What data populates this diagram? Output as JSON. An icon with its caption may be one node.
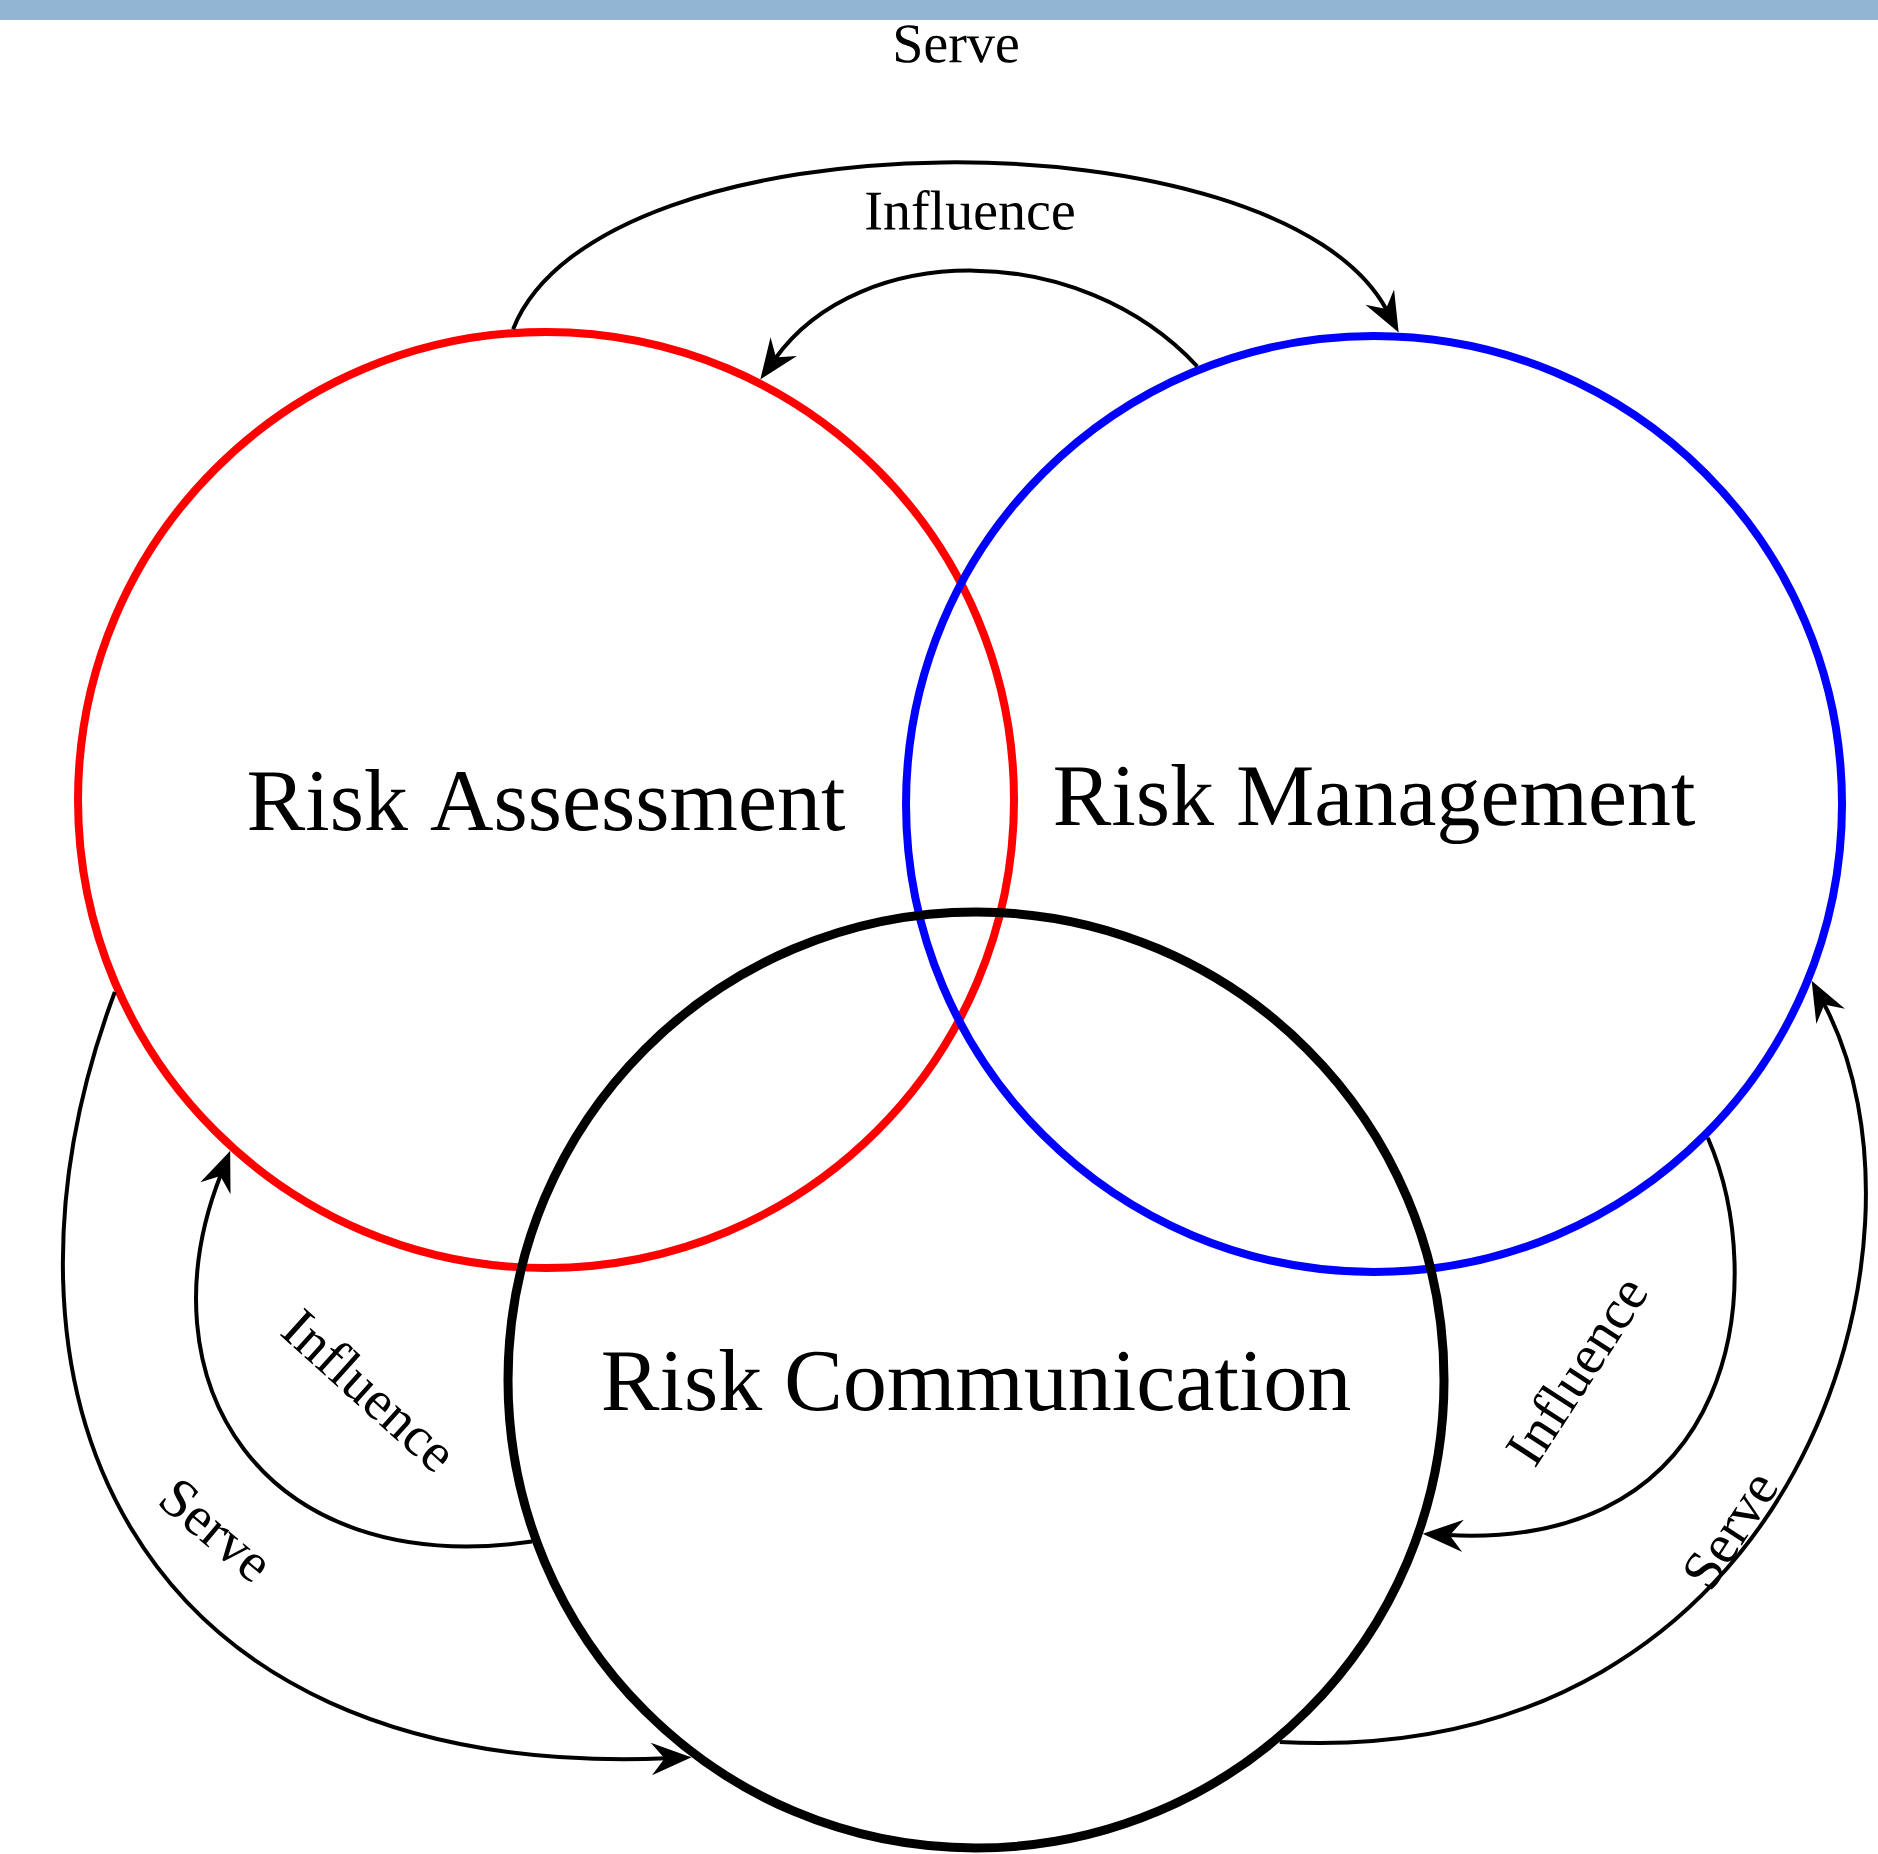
{
  "diagram": {
    "nodes": [
      {
        "text": [
          "Risk Assessment"
        ]
      },
      {
        "text": [
          "Risk Management"
        ]
      },
      {
        "text": [
          "Risk Communication"
        ]
      }
    ],
    "edges": [
      {
        "from": 0,
        "to": 1,
        "arrow": "to",
        "label": "Serve"
      },
      {
        "from": 1,
        "to": 0,
        "arrow": "to",
        "label": "Influence"
      },
      {
        "from": 0,
        "to": 2,
        "arrow": "to",
        "label": "Serve"
      },
      {
        "from": 2,
        "to": 0,
        "arrow": "to",
        "label": "Influence"
      },
      {
        "from": 1,
        "to": 2,
        "arrow": "to",
        "label": "Influence"
      },
      {
        "from": 2,
        "to": 1,
        "arrow": "to",
        "label": "Serve"
      }
    ]
  }
}
